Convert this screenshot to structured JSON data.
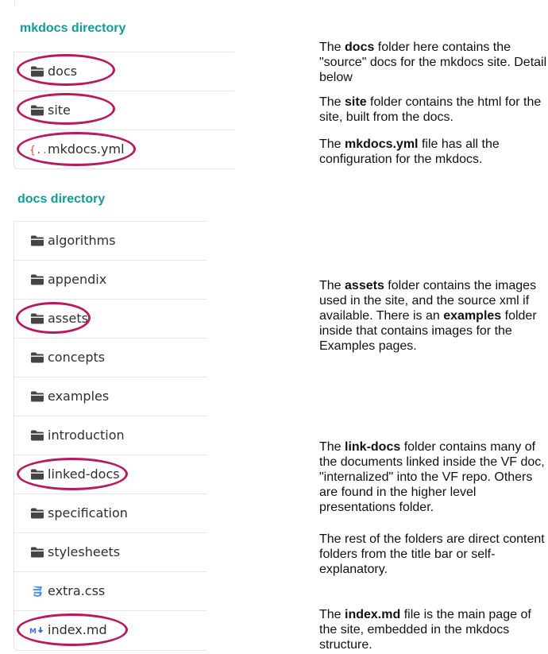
{
  "mkdocs_section": {
    "heading": "mkdocs directory",
    "items": [
      {
        "name": "docs",
        "icon": "folder-icon"
      },
      {
        "name": "site",
        "icon": "folder-icon"
      },
      {
        "name": "mkdocs.yml",
        "icon": "yaml-braces-icon"
      }
    ]
  },
  "docs_section": {
    "heading": "docs directory",
    "items": [
      {
        "name": "algorithms",
        "icon": "folder-icon"
      },
      {
        "name": "appendix",
        "icon": "folder-icon"
      },
      {
        "name": "assets",
        "icon": "folder-icon"
      },
      {
        "name": "concepts",
        "icon": "folder-icon"
      },
      {
        "name": "examples",
        "icon": "folder-icon"
      },
      {
        "name": "introduction",
        "icon": "folder-icon"
      },
      {
        "name": "linked-docs",
        "icon": "folder-icon"
      },
      {
        "name": "specification",
        "icon": "folder-icon"
      },
      {
        "name": "stylesheets",
        "icon": "folder-icon"
      },
      {
        "name": "extra.css",
        "icon": "css-icon"
      },
      {
        "name": "index.md",
        "icon": "markdown-icon"
      }
    ]
  },
  "notes": {
    "docs": {
      "pre": "The ",
      "bold": "docs",
      "post": " folder here contains the \"source\" docs for the mkdocs site. Detail below"
    },
    "site": {
      "pre": "The ",
      "bold": "site",
      "post": " folder contains the html for the site, built from the docs."
    },
    "mkdocs_yml": {
      "pre": "The ",
      "bold": "mkdocs.yml",
      "post": " file has all the configuration for the mkdocs."
    },
    "assets": {
      "pre": "The ",
      "bold": "assets",
      "mid": " folder contains the images used in the site, and the source xml if available.  There is an ",
      "bold2": "examples",
      "post": " folder inside that contains images for the Examples pages."
    },
    "linked_docs": {
      "pre": "The ",
      "bold": "link-docs",
      "post": " folder contains many of the documents linked inside the VF doc, \"internalized\" into the VF repo.  Others are found in the higher level presentations folder."
    },
    "rest": {
      "text": "The rest of the folders are direct content folders from the title bar or self-explanatory."
    },
    "index_md": {
      "pre": "The ",
      "bold": "index.md",
      "post": " file is the main page of the site, embedded in the mkdocs structure."
    }
  },
  "colors": {
    "heading": "#139a98",
    "highlight_ring": "#b8195f",
    "folder_icon": "#444444",
    "yaml_icon": "#e2483d",
    "css_icon": "#4f8ff0",
    "md_icon": "#3f6fd0"
  }
}
